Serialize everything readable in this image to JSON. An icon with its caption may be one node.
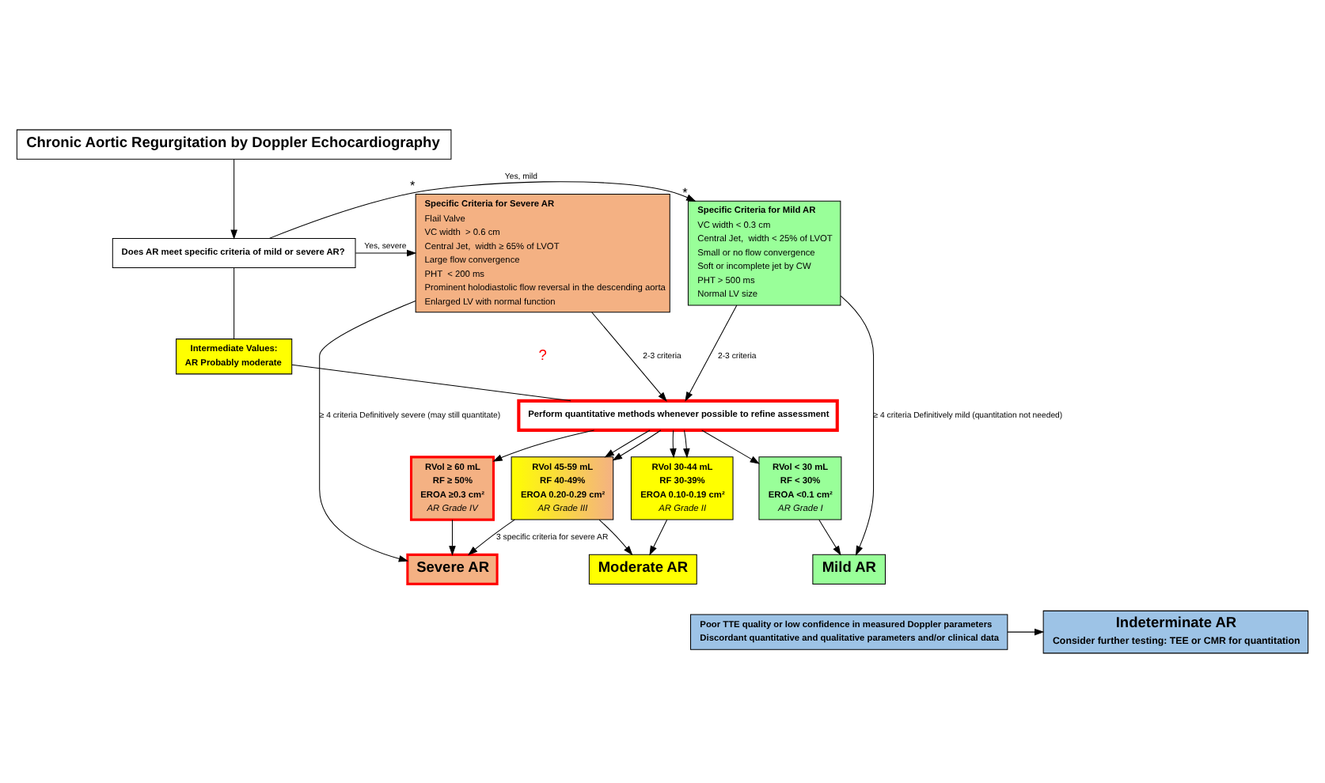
{
  "diagram": {
    "nodes": [
      {
        "text": [
          "Chronic Aortic Regurgitation by Doppler Echocardiography"
        ]
      },
      {
        "text": [
          "Does AR meet specific criteria of mild or severe AR?"
        ]
      },
      {
        "text": [
          "Specific Criteria for Mild AR",
          "VC width < 0.3 cm",
          "Central Jet,  width < 25% of LVOT",
          "Small or no flow convergence",
          "Soft or incomplete jet by CW",
          "PHT > 500 ms",
          "Normal LV size"
        ],
        "beside": [
          "*"
        ]
      },
      {
        "text": [
          "Intermediate Values:",
          "AR Probably moderate"
        ]
      },
      {
        "text": [
          "Specific Criteria for Severe AR",
          "Flail Valve",
          "VC width  > 0.6 cm",
          "Central Jet,  width ≥ 65% of LVOT",
          "Large flow convergence",
          "PHT  < 200 ms",
          "Prominent holodiastolic flow reversal in the descending aorta",
          "Enlarged LV with normal function"
        ],
        "beside": [
          "*"
        ]
      },
      {
        "text": [
          "Perform quantitative methods whenever possible to refine assessment"
        ]
      },
      {
        "text": [
          "RVol < 30 mL",
          "RF < 30%",
          "EROA <0.1 cm²",
          "AR Grade I"
        ]
      },
      {
        "text": [
          "RVol 30-44 mL",
          "RF 30-39%",
          "EROA 0.10-0.19 cm²",
          "AR Grade II"
        ]
      },
      {
        "text": [
          "RVol 45-59 mL",
          "RF 40-49%",
          "EROA 0.20-0.29 cm²",
          "AR Grade III"
        ]
      },
      {
        "text": [
          "RVol ≥ 60 mL",
          "RF ≥ 50%",
          "EROA ≥0.3 cm²",
          "AR Grade IV"
        ]
      },
      {
        "text": [
          "Mild AR"
        ]
      },
      {
        "text": [
          "Moderate AR"
        ]
      },
      {
        "text": [
          "Severe AR"
        ]
      },
      {
        "text": [
          "Poor TTE quality or low confidence in measured Doppler parameters",
          "Discordant quantitative and qualitative parameters and/or clinical data"
        ]
      },
      {
        "text": [
          "Indeterminate AR",
          "Consider further testing: TEE or CMR for quantitation"
        ]
      }
    ],
    "edges": [
      {
        "from": 0,
        "to": 1,
        "arrow": "to"
      },
      {
        "from": 1,
        "to": 2,
        "arrow": "to",
        "label": "Yes, mild"
      },
      {
        "from": 1,
        "to": 4,
        "arrow": "to",
        "label": "Yes, severe"
      },
      {
        "from": 1,
        "to": 3,
        "arrow": "none"
      },
      {
        "from": 3,
        "to": 5,
        "arrow": "none"
      },
      {
        "from": 2,
        "to": 5,
        "arrow": "to",
        "label": "2-3 criteria"
      },
      {
        "from": 4,
        "to": 5,
        "arrow": "to",
        "label": "2-3 criteria"
      },
      {
        "from": 2,
        "to": 10,
        "arrow": "to",
        "label": "≥ 4 criteria Definitively mild (quantitation not needed)"
      },
      {
        "from": 4,
        "to": 12,
        "arrow": "to",
        "label": "≥ 4 criteria Definitively severe (may still quantitate)"
      },
      {
        "from": 5,
        "to": 6,
        "arrow": "to"
      },
      {
        "from": 5,
        "to": 7,
        "arrow": "to"
      },
      {
        "from": 5,
        "to": 7,
        "arrow": "to"
      },
      {
        "from": 5,
        "to": 8,
        "arrow": "to"
      },
      {
        "from": 5,
        "to": 8,
        "arrow": "to"
      },
      {
        "from": 5,
        "to": 9,
        "arrow": "to"
      },
      {
        "from": 6,
        "to": 10,
        "arrow": "to"
      },
      {
        "from": 7,
        "to": 11,
        "arrow": "to"
      },
      {
        "from": 8,
        "to": 11,
        "arrow": "to"
      },
      {
        "from": 8,
        "to": 12,
        "arrow": "to",
        "label": "3 specific criteria for severe AR"
      },
      {
        "from": 9,
        "to": 12,
        "arrow": "to"
      },
      {
        "from": 13,
        "to": 14,
        "arrow": "to"
      }
    ],
    "labels": [
      "?"
    ]
  }
}
